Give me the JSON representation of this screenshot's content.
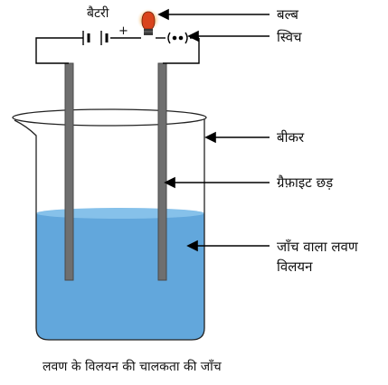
{
  "labels": {
    "battery": "बैटरी",
    "plus_sign": "+",
    "bulb": "बल्ब",
    "switch": "स्विच",
    "beaker": "बीकर",
    "graphite_rod": "ग्रैफ़ाइट छड़",
    "test_solution_line1": "जाँच वाला लवण",
    "test_solution_line2": "विलयन"
  },
  "caption": "लवण के विलयन की चालकता की जाँच",
  "colors": {
    "solution": "#62a7dc",
    "solution_surface": "#86c1ea",
    "rod": "#6f6f6f",
    "bulb_glow": "#f2a23c",
    "bulb_core": "#d9441c",
    "wire": "#000000"
  }
}
